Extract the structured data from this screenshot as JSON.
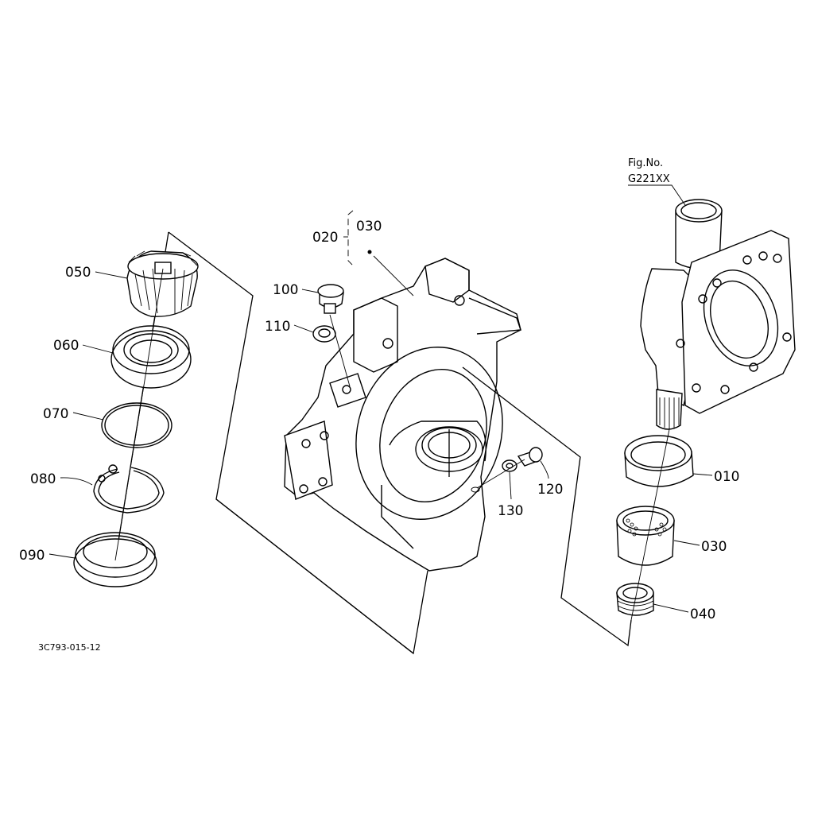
{
  "figure": {
    "fig_label": "Fig.No.",
    "fig_code": "G221XX",
    "drawing_code": "3C793-015-12"
  },
  "callouts": {
    "p050": "050",
    "p060": "060",
    "p070": "070",
    "p080": "080",
    "p090": "090",
    "p100": "100",
    "p110": "110",
    "p020": "020",
    "p030_case": "030",
    "p120": "120",
    "p130": "130",
    "p010": "010",
    "p030_bush": "030",
    "p040": "040"
  }
}
